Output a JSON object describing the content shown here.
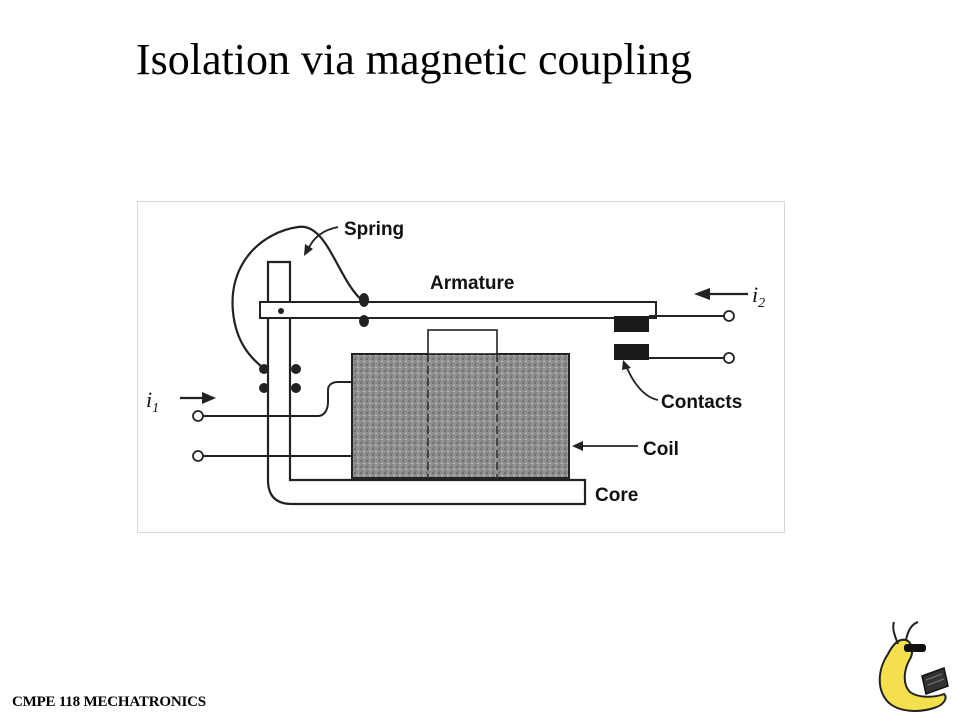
{
  "slide": {
    "title": "Isolation via magnetic coupling",
    "footer": "CMPE 118 MECHATRONICS"
  },
  "diagram": {
    "labels": {
      "spring": "Spring",
      "armature": "Armature",
      "contacts": "Contacts",
      "coil": "Coil",
      "core": "Core",
      "i1": "i",
      "i1_sub": "1",
      "i2": "i",
      "i2_sub": "2"
    }
  },
  "logo": {
    "icon": "banana-slug-mascot-icon"
  }
}
